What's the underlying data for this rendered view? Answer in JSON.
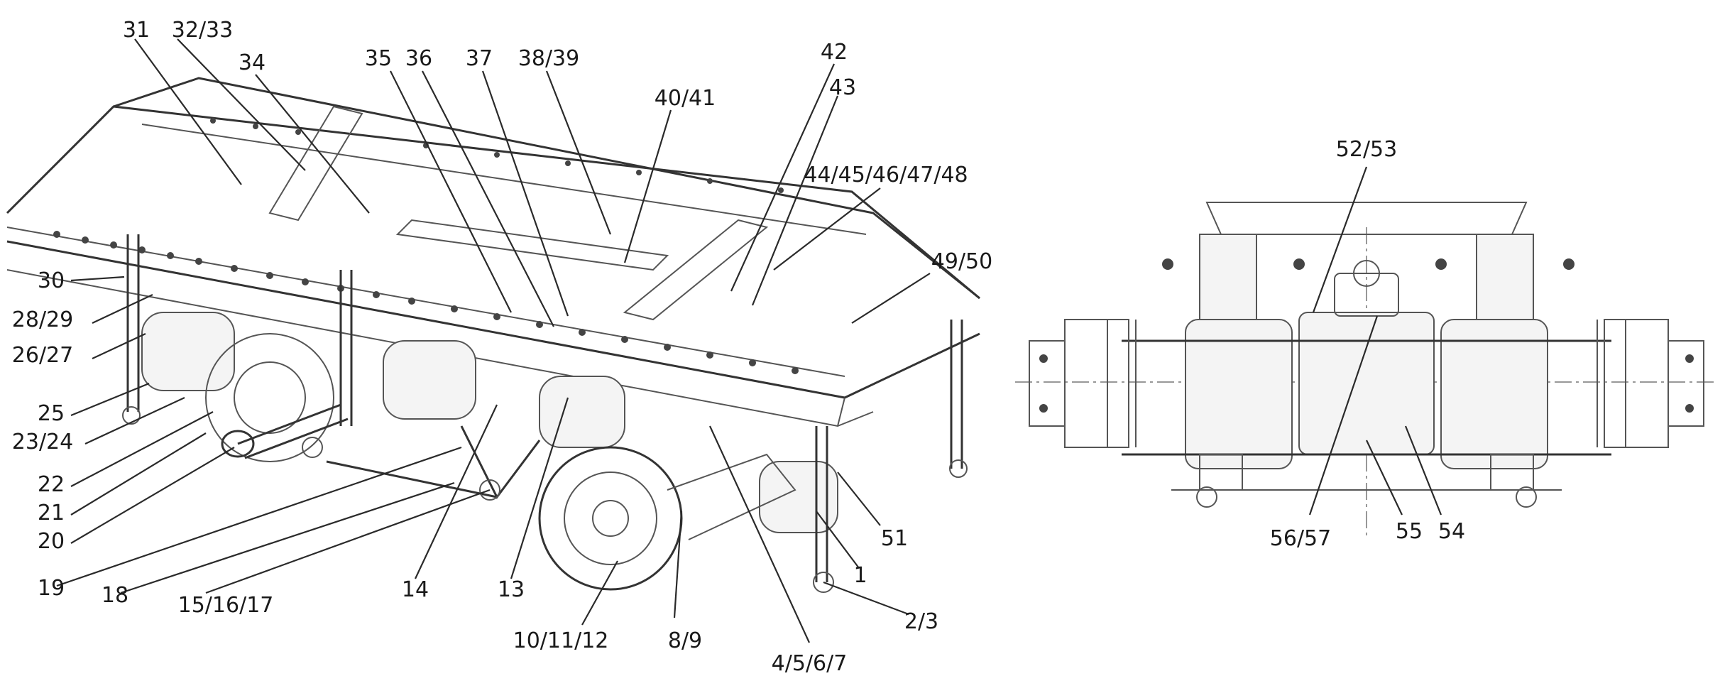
{
  "left_view": {
    "labels": [
      "31",
      "32/33",
      "34",
      "35",
      "36",
      "37",
      "38/39",
      "40/41",
      "42",
      "43",
      "44/45/46/47/48",
      "49/50",
      "30",
      "28/29",
      "26/27",
      "25",
      "23/24",
      "22",
      "21",
      "20",
      "19",
      "18",
      "15/16/17",
      "14",
      "13",
      "10/11/12",
      "8/9",
      "4/5/6/7",
      "2/3",
      "1",
      "51"
    ]
  },
  "right_view": {
    "labels": [
      "52/53",
      "56/57",
      "55",
      "54"
    ]
  }
}
